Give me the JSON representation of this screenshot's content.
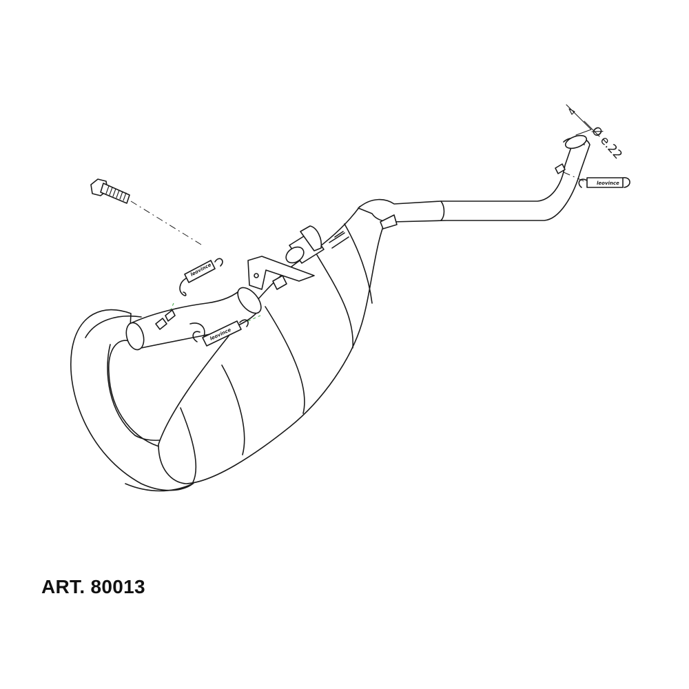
{
  "diagram": {
    "article_label": "ART. 80013",
    "dimension_label": "Ø e.22",
    "spring_logo_text": "leovince",
    "colors": {
      "line": "#1a1a1a",
      "axis_dash_green": "#4caf50"
    }
  }
}
